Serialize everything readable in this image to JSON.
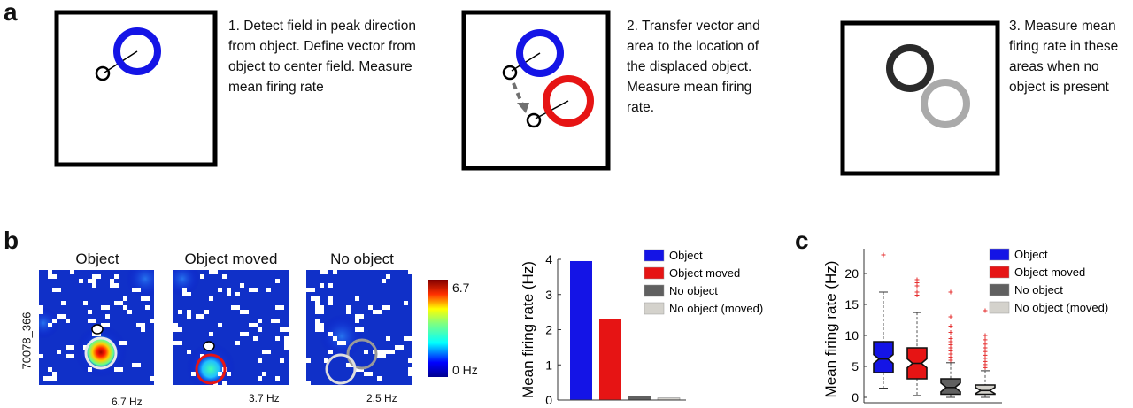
{
  "panels": {
    "a": "a",
    "b": "b",
    "c": "c"
  },
  "steps": [
    "1. Detect field in peak direction\nfrom object. Define vector from\nobject to center field. Measure\nmean firing rate",
    "2. Transfer vector and\narea to the location of\nthe displaced object.\nMeasure mean firing\nrate.",
    "3. Measure mean\nfiring rate in these\nareas when no\nobject is present"
  ],
  "maps": {
    "cell_id": "70078_366",
    "items": [
      {
        "title": "Object",
        "hz": "6.7 Hz"
      },
      {
        "title": "Object moved",
        "hz": "3.7 Hz"
      },
      {
        "title": "No object",
        "hz": "2.5 Hz"
      }
    ],
    "colorbar": {
      "max": "6.7",
      "min": "0 Hz"
    }
  },
  "colors": {
    "object": "#1414e6",
    "moved": "#e61414",
    "no_object": "#606060",
    "no_object_moved": "#d4d2cc",
    "ring_dark": "#2a2a2a",
    "ring_light": "#aaaaaa"
  },
  "legend": [
    "Object",
    "Object moved",
    "No object",
    "No object (moved)"
  ],
  "chart_data": [
    {
      "type": "bar",
      "categories": [
        "Object",
        "Object moved",
        "No object",
        "No object (moved)"
      ],
      "values": [
        3.95,
        2.3,
        0.12,
        0.06
      ],
      "ylabel": "Mean firing rate (Hz)",
      "ylim": [
        0,
        4
      ],
      "yticks": [
        "0",
        "1",
        "2",
        "3",
        "4"
      ],
      "legend_position": "top-right"
    },
    {
      "type": "box",
      "categories": [
        "Object",
        "Object moved",
        "No object",
        "No object (moved)"
      ],
      "boxes": [
        {
          "min": 1.5,
          "q1": 4,
          "median": 6.2,
          "q3": 9,
          "max": 17,
          "outliers": [
            23
          ]
        },
        {
          "min": 0.3,
          "q1": 3,
          "median": 5.5,
          "q3": 8,
          "max": 13.7,
          "outliers": [
            16.5,
            17,
            18,
            18.5,
            19
          ]
        },
        {
          "min": 0,
          "q1": 0.5,
          "median": 1.6,
          "q3": 3,
          "max": 5.6,
          "outliers": [
            6,
            6.5,
            7,
            7.5,
            8,
            8.5,
            9,
            9.5,
            10.5,
            11.5,
            13,
            17
          ]
        },
        {
          "min": 0,
          "q1": 0.5,
          "median": 1.1,
          "q3": 2,
          "max": 4.3,
          "outliers": [
            4.8,
            5.3,
            5.8,
            6.3,
            6.8,
            7.4,
            8,
            8.6,
            9.3,
            10,
            14
          ]
        }
      ],
      "ylabel": "Mean firing rate (Hz)",
      "ylim": [
        0,
        24
      ],
      "yticks": [
        "0",
        "5",
        "10",
        "15",
        "20"
      ],
      "legend_position": "top-right"
    }
  ]
}
